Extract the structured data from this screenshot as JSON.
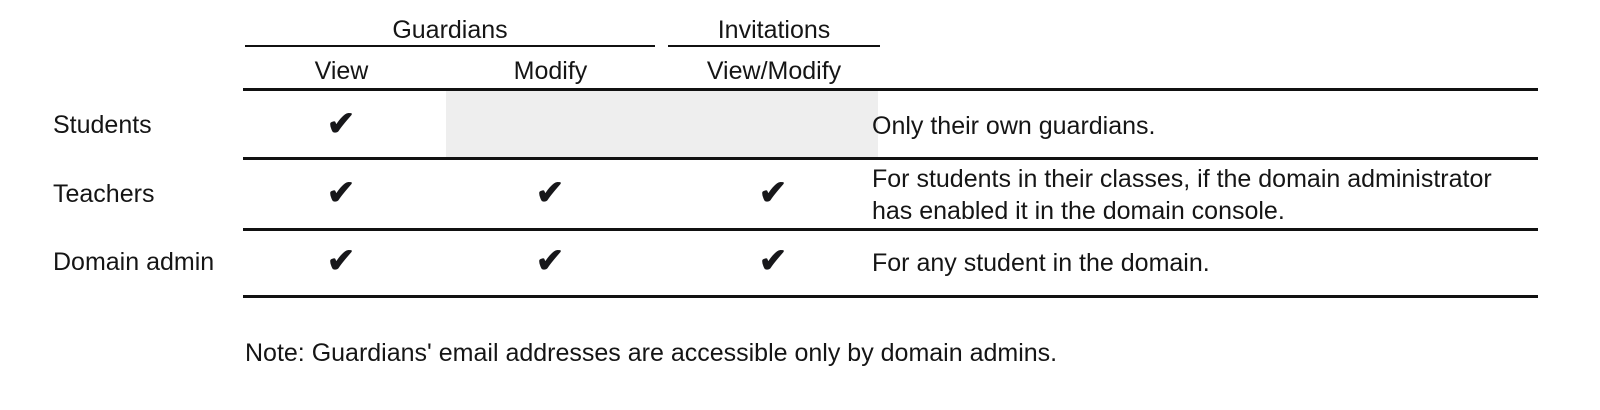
{
  "table": {
    "column_groups": [
      {
        "label": "Guardians",
        "spans": [
          "View",
          "Modify"
        ]
      },
      {
        "label": "Invitations",
        "spans": [
          "View/Modify"
        ]
      }
    ],
    "columns": [
      {
        "key": "row_label",
        "header": ""
      },
      {
        "key": "guardians_view",
        "header": "View"
      },
      {
        "key": "guardians_modify",
        "header": "Modify"
      },
      {
        "key": "invitations_view_modify",
        "header": "View/Modify"
      },
      {
        "key": "notes",
        "header": ""
      }
    ],
    "rows": [
      {
        "label": "Students",
        "guardians_view": "✔",
        "guardians_modify": "",
        "invitations_view_modify": "",
        "notes": "Only their own guardians.",
        "disabled_cells": [
          "guardians_modify",
          "invitations_view_modify"
        ]
      },
      {
        "label": "Teachers",
        "guardians_view": "✔",
        "guardians_modify": "✔",
        "invitations_view_modify": "✔",
        "notes": "For students in their classes, if the domain administrator has enabled it in the domain console.",
        "disabled_cells": []
      },
      {
        "label": "Domain admin",
        "guardians_view": "✔",
        "guardians_modify": "✔",
        "invitations_view_modify": "✔",
        "notes": "For any student in the domain.",
        "disabled_cells": []
      }
    ],
    "footnote": "Note: Guardians' email addresses are accessible only by domain admins."
  },
  "icons": {
    "check": "✔"
  },
  "colors": {
    "text": "#151515",
    "rule": "#111111",
    "disabled_cell_fill": "#eeeeee",
    "background": "#ffffff"
  }
}
